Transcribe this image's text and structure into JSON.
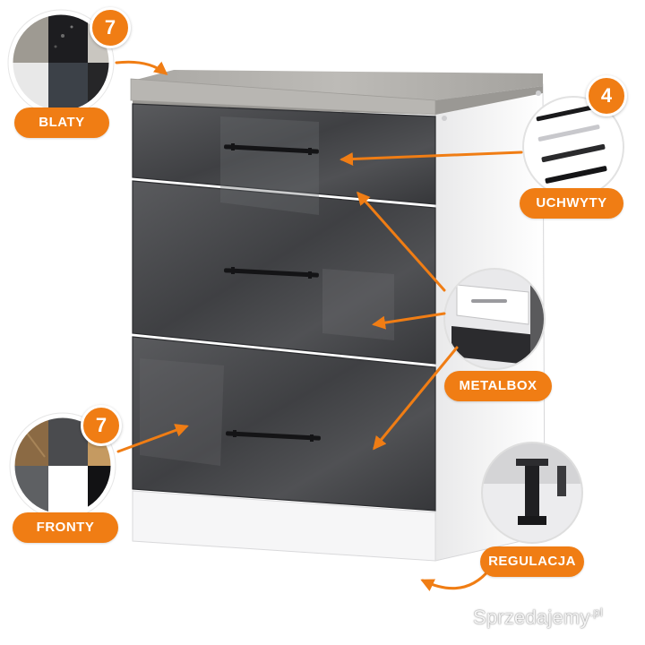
{
  "labels": {
    "blaty": "BLATY",
    "uchwyty": "UCHWYTY",
    "metalbox": "METALBOX",
    "fronty": "FRONTY",
    "regulacja": "REGULACJA"
  },
  "badges": {
    "blaty_count": "7",
    "uchwyty_count": "4",
    "fronty_count": "7"
  },
  "watermark": {
    "name": "Sprzedajemy",
    "tld": ".pl"
  },
  "colors": {
    "accent": "#f07d14",
    "front_gloss": "#4a4b4e",
    "countertop": "#b2b0ac",
    "carcass": "#ffffff"
  }
}
